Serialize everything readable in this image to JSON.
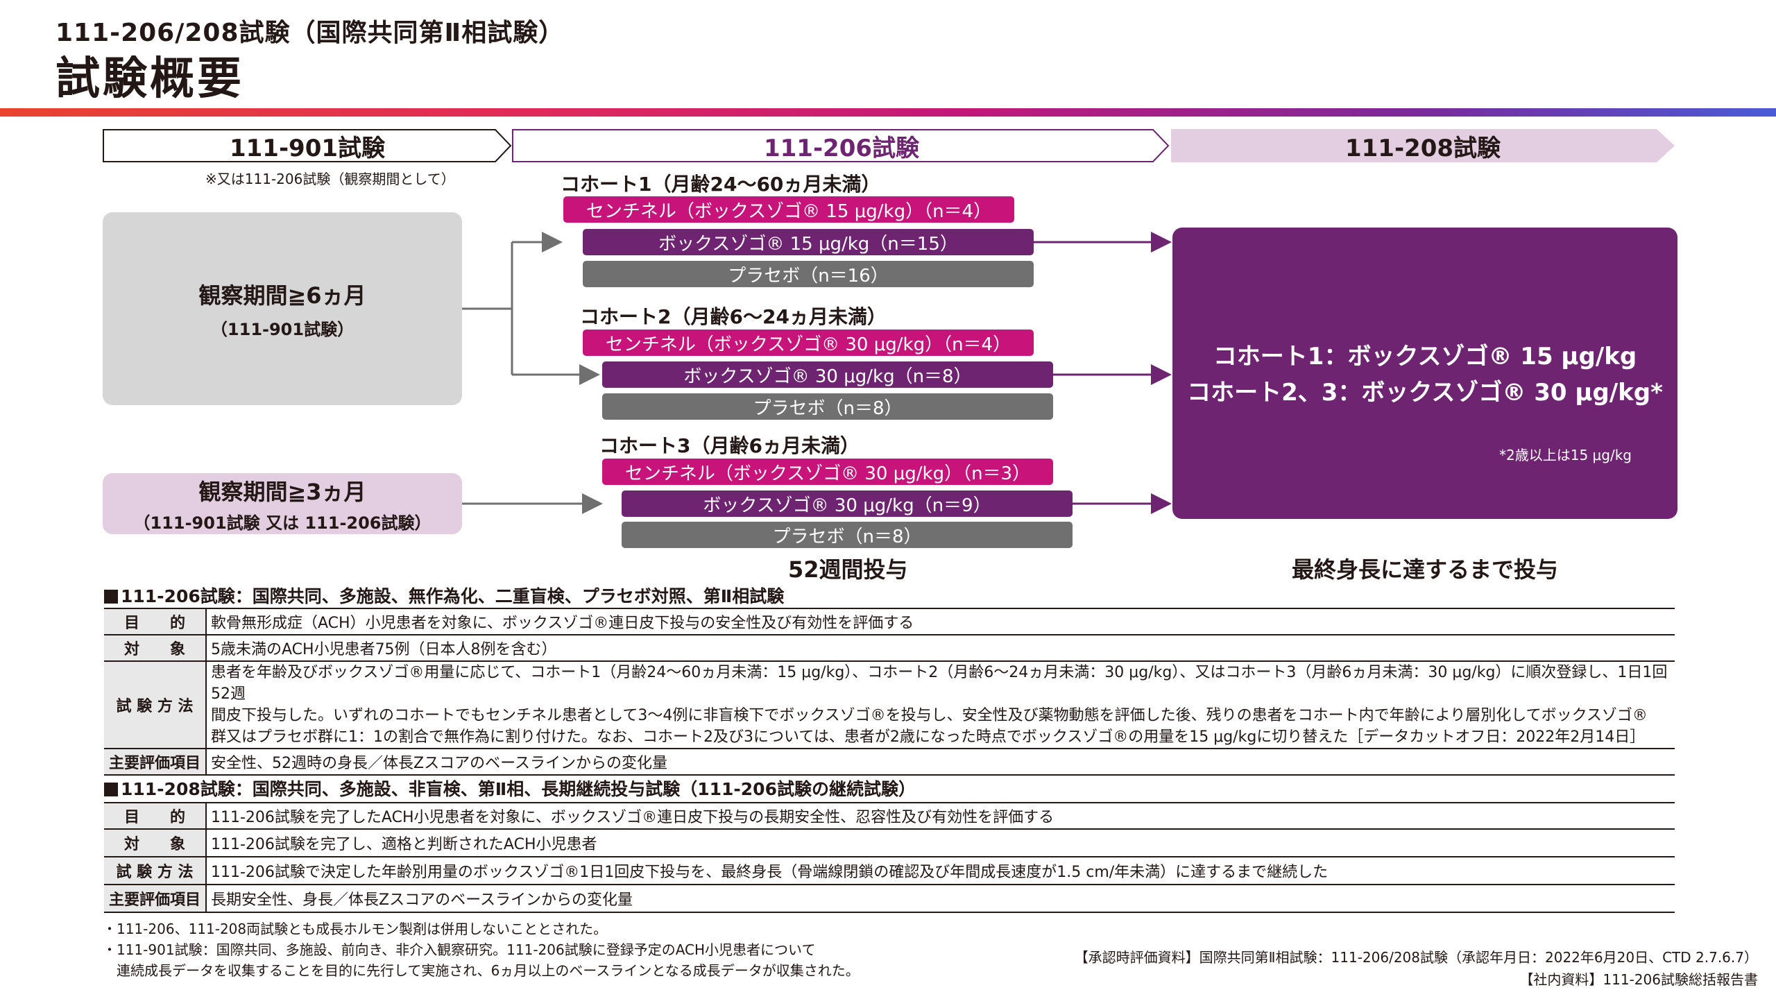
{
  "header": {
    "subtitle": "111-206/208試験（国際共同第Ⅱ相試験）",
    "title": "試験概要"
  },
  "phases": [
    {
      "label": "111-901試験"
    },
    {
      "label": "111-206試験"
    },
    {
      "label": "111-208試験"
    }
  ],
  "phase_note": "※又は111-206試験（観察期間として）",
  "observation": [
    {
      "title": "観察期間≧6ヵ月",
      "sub": "（111-901試験）"
    },
    {
      "title": "観察期間≧3ヵ月",
      "sub": "（111-901試験 又は 111-206試験）"
    }
  ],
  "cohorts": [
    {
      "title": "コホート1（月齢24〜60ヵ月未満）",
      "sentinel": "センチネル（ボックスゾゴ® 15 μg/kg）（n＝4）",
      "drug": "ボックスゾゴ® 15 μg/kg（n＝15）",
      "placebo": "プラセボ（n＝16）"
    },
    {
      "title": "コホート2（月齢6〜24ヵ月未満）",
      "sentinel": "センチネル（ボックスゾゴ® 30 μg/kg）（n＝4）",
      "drug": "ボックスゾゴ® 30 μg/kg（n＝8）",
      "placebo": "プラセボ（n＝8）"
    },
    {
      "title": "コホート3（月齢6ヵ月未満）",
      "sentinel": "センチネル（ボックスゾゴ® 30 μg/kg）（n＝3）",
      "drug": "ボックスゾゴ® 30 μg/kg（n＝9）",
      "placebo": "プラセボ（n＝8）"
    }
  ],
  "final_box": {
    "line1": "コホート1：ボックスゾゴ® 15 μg/kg",
    "line2": "コホート2、3：ボックスゾゴ® 30 μg/kg*",
    "footnote": "*2歳以上は15 μg/kg"
  },
  "bottom_labels": {
    "left": "52週間投与",
    "right": "最終身長に達するまで投与"
  },
  "section1": {
    "heading": "111-206試験：国際共同、多施設、無作為化、二重盲検、プラセボ対照、第Ⅱ相試験",
    "rows": [
      {
        "head": "目　　的",
        "text": "軟骨無形成症（ACH）小児患者を対象に、ボックスゾゴ®連日皮下投与の安全性及び有効性を評価する"
      },
      {
        "head": "対　　象",
        "text": "5歳未満のACH小児患者75例（日本人8例を含む）"
      },
      {
        "head": "試 験 方 法",
        "text1": "患者を年齢及びボックスゾゴ®用量に応じて、コホート1（月齢24〜60ヵ月未満：15 μg/kg）、コホート2（月齢6〜24ヵ月未満：30 μg/kg）、又はコホート3（月齢6ヵ月未満：30 μg/kg）に順次登録し、1日1回52週",
        "text2": "間皮下投与した。いずれのコホートでもセンチネル患者として3〜4例に非盲検下でボックスゾゴ®を投与し、安全性及び薬物動態を評価した後、残りの患者をコホート内で年齢により層別化してボックスゾゴ®",
        "text3": "群又はプラセボ群に1：1の割合で無作為に割り付けた。なお、コホート2及び3については、患者が2歳になった時点でボックスゾゴ®の用量を15 μg/kgに切り替えた［データカットオフ日：2022年2月14日］"
      },
      {
        "head": "主要評価項目",
        "text": "安全性、52週時の身長／体長Zスコアのベースラインからの変化量"
      }
    ]
  },
  "section2": {
    "heading": "111-208試験：国際共同、多施設、非盲検、第Ⅱ相、長期継続投与試験（111-206試験の継続試験）",
    "rows": [
      {
        "head": "目　　的",
        "text": "111-206試験を完了したACH小児患者を対象に、ボックスゾゴ®連日皮下投与の長期安全性、忍容性及び有効性を評価する"
      },
      {
        "head": "対　　象",
        "text": "111-206試験を完了し、適格と判断されたACH小児患者"
      },
      {
        "head": "試 験 方 法",
        "text": "111-206試験で決定した年齢別用量のボックスゾゴ®1日1回皮下投与を、最終身長（骨端線閉鎖の確認及び年間成長速度が1.5 cm/年未満）に達するまで継続した"
      },
      {
        "head": "主要評価項目",
        "text": "長期安全性、身長／体長Zスコアのベースラインからの変化量"
      }
    ]
  },
  "footnotes": [
    "・111-206、111-208両試験とも成長ホルモン製剤は併用しないこととされた。",
    "・111-901試験：国際共同、多施設、前向き、非介入観察研究。111-206試験に登録予定のACH小児患者について",
    "　連続成長データを収集することを目的に先行して実施され、6ヵ月以上のベースラインとなる成長データが収集された。"
  ],
  "references": [
    "【承認時評価資料】国際共同第Ⅱ相試験：111-206/208試験（承認年月日：2022年6月20日、CTD 2.7.6.7）",
    "【社内資料】111-206試験総括報告書"
  ],
  "colors": {
    "magenta": "#c8137a",
    "purple": "#6e2470",
    "gray": "#717071",
    "light_gray": "#d6d6d6",
    "light_pink": "#e3cde0"
  }
}
